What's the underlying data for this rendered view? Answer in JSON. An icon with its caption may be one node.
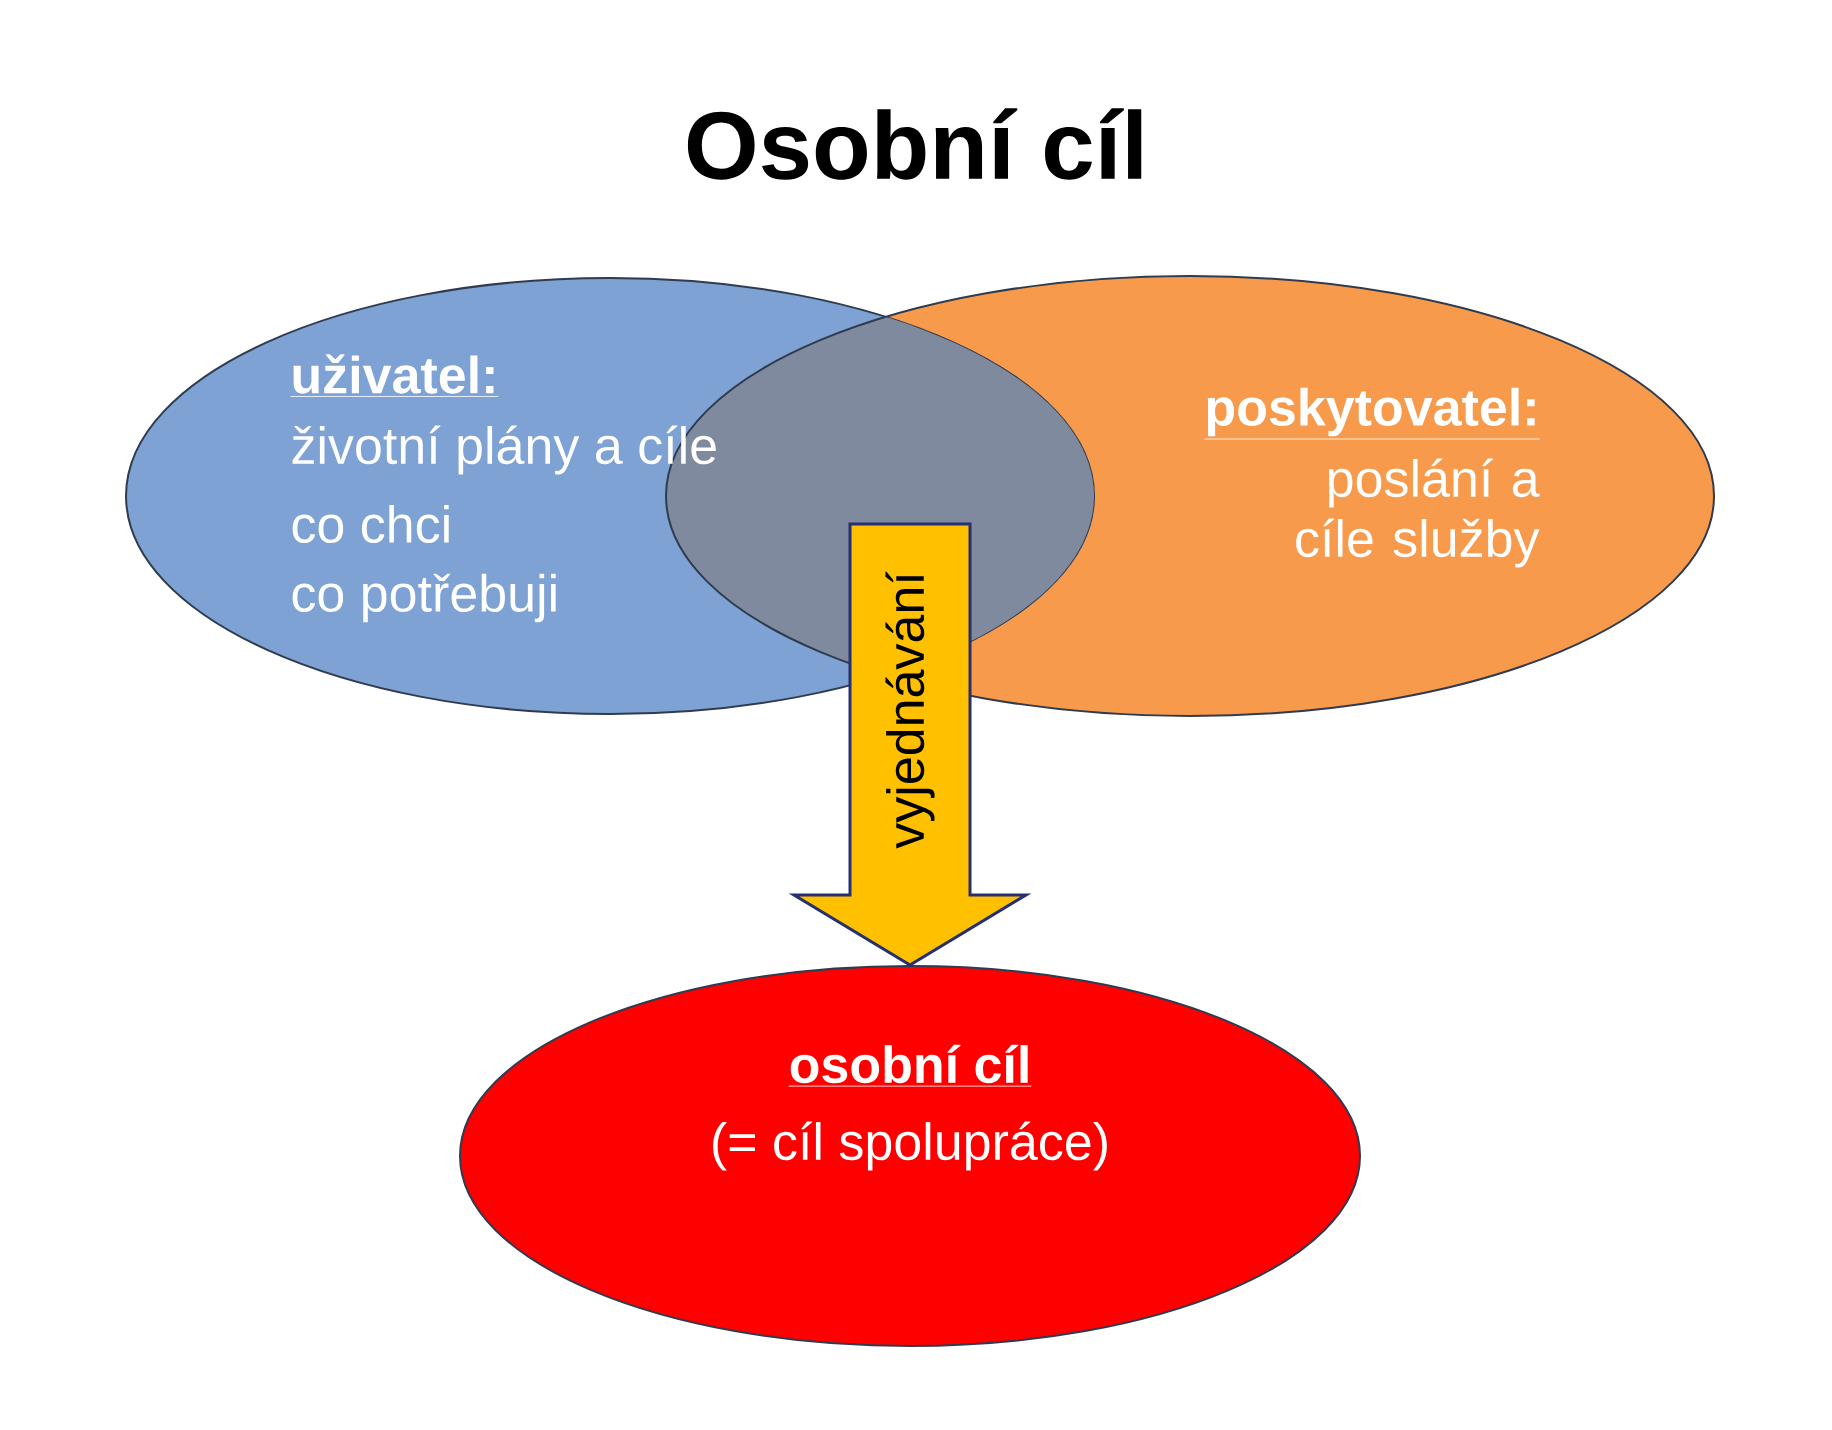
{
  "diagram": {
    "title": "Osobní cíl",
    "nodes": [
      {
        "text": [
          "uživatel:",
          "životní plány a cíle",
          "co chci",
          "co potřebuji"
        ]
      },
      {
        "text": [
          "poskytovatel:",
          "poslání a cíle služby"
        ]
      },
      {
        "text": [
          "osobní cíl",
          "(= cíl spolupráce)"
        ]
      }
    ],
    "edges": [
      {
        "from": null,
        "to": 2,
        "arrow": "to",
        "label": "vyjednávání",
        "color": "#ffc000"
      }
    ]
  }
}
